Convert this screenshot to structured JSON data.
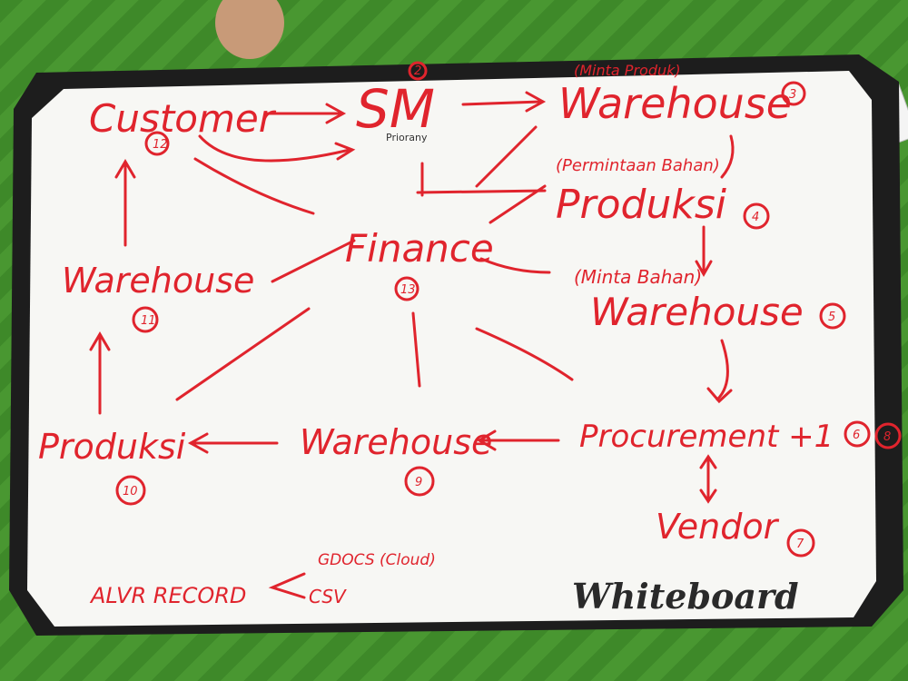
{
  "board": {
    "nodes": {
      "customer": "Customer",
      "sm": "SM",
      "sm_sub": "Priorany",
      "warehouse_top": "Warehouse",
      "minta_produk": "(Minta Produk)",
      "permintaan_bahan": "(Permintaan Bahan)",
      "produksi_right": "Produksi",
      "finance": "Finance",
      "minta_bahan": "(Minta Bahan)",
      "warehouse_right": "Warehouse",
      "warehouse_left": "Warehouse",
      "procurement": "Procurement +1",
      "vendor": "Vendor",
      "warehouse_bottom": "Warehouse",
      "produksi_left": "Produksi",
      "alvr_record": "ALVR RECORD",
      "gdocs": "GDOCS (Cloud)",
      "csv": "CSV"
    },
    "step_numbers": {
      "sm": "2",
      "warehouse_top": "3",
      "produksi_right": "4",
      "warehouse_right": "5",
      "procurement_a": "6",
      "procurement_b": "8",
      "vendor": "7",
      "warehouse_bottom": "9",
      "produksi_left": "10",
      "warehouse_left": "11",
      "customer": "12",
      "finance": "13"
    },
    "brand": "Whiteboard"
  }
}
